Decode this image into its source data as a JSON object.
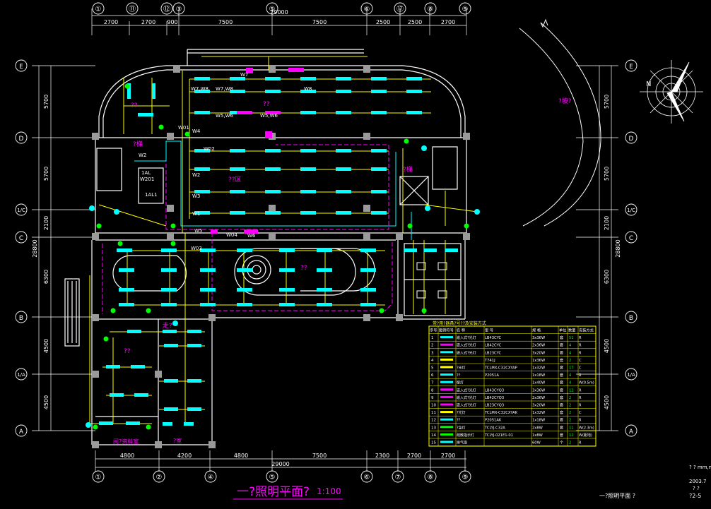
{
  "drawing": {
    "title": "一?照明平面?",
    "scale": "1:100",
    "sheet_no": "?2-5",
    "date": "2003.7",
    "unit_label": "? ?\nmm,m",
    "note": "? ?",
    "caption_small": "一?照明平面 ?"
  },
  "grid_top": [
    "①",
    "⑪",
    "⑫",
    "③",
    "⑤",
    "⑥",
    "⑰",
    "⑧",
    "⑨"
  ],
  "grid_bottom": [
    "①",
    "②",
    "④",
    "⑤",
    "⑥",
    "⑦",
    "⑧",
    "⑨"
  ],
  "grid_rows": [
    "E",
    "D",
    "1/C",
    "C",
    "B",
    "1/A",
    "A"
  ],
  "dims_top": [
    "2700",
    "2700",
    "900",
    "7500",
    "7500",
    "2500",
    "2500",
    "2700"
  ],
  "dims_top_total": "29000",
  "dims_bottom": [
    "4800",
    "4200",
    "4800",
    "7500",
    "2300",
    "2700",
    "2700"
  ],
  "dims_bottom_total": "29000",
  "dims_left": [
    "5700",
    "5700",
    "2100",
    "6300",
    "4500",
    "4500"
  ],
  "dims_left_total": "28800",
  "room_labels": {
    "main": "??",
    "reading": "??区",
    "pool": "??",
    "office": "??",
    "stair_w": "?梯",
    "stair_e": "?梯",
    "corridor": "走?",
    "curve": "?坡?",
    "store": "阅?资料室",
    "wc": "?室",
    "rest": "??"
  },
  "circuits": [
    "W7",
    "W7,W8",
    "W7,W8",
    "W8",
    "W5,W6",
    "W5,W6",
    "W4",
    "W2",
    "W3",
    "W1",
    "W01",
    "W02",
    "W03",
    "W04",
    "W5",
    "W6",
    "W201",
    "W2",
    "1AL",
    "1AL1"
  ],
  "compass_label": "N",
  "legend": {
    "title": "常?用?器具?号??及安装方式",
    "headers": [
      "序号",
      "图例符号",
      "名 称",
      "型 号",
      "规 格",
      "单位",
      "数量",
      "安装方式"
    ],
    "rows": [
      [
        "1",
        "嵌入式?光灯",
        "LB43CYC",
        "3x36W",
        "套",
        "51",
        "R"
      ],
      [
        "2",
        "嵌入式?光灯",
        "LB42CYC",
        "2x36W",
        "套",
        "4",
        "R"
      ],
      [
        "3",
        "嵌入式?光灯",
        "LB23CYC",
        "3x20W",
        "套",
        "4",
        "R"
      ],
      [
        "4",
        "",
        "T741J",
        "1x36W",
        "套",
        "2",
        "C"
      ],
      [
        "5",
        "?光灯",
        "TCLMX-C32CXYAP",
        "1x32W",
        "套",
        "17",
        "C"
      ],
      [
        "6",
        "??",
        "P2051A",
        "1x18W",
        "套",
        "4",
        "R"
      ],
      [
        "7",
        "壁灯",
        "",
        "1x40W",
        "套",
        "4",
        "W(0.5m)"
      ],
      [
        "8",
        "嵌入式?光灯",
        "LB43CYQ3",
        "3x36W",
        "套",
        "12",
        "R"
      ],
      [
        "9",
        "嵌入式?光灯",
        "LB42CYQ3",
        "2x36W",
        "套",
        "2",
        "R"
      ],
      [
        "10",
        "嵌入式?光灯",
        "LB23CYQ3",
        "3x20W",
        "套",
        "2",
        "R"
      ],
      [
        "11",
        "?光灯",
        "TCLMX-C32CXYAK",
        "1x32W",
        "套",
        "2",
        "C"
      ],
      [
        "12",
        "??",
        "P2051AK",
        "1x18W",
        "套",
        "2",
        "R"
      ],
      [
        "13",
        "?急灯",
        "TCLYJ-C32A",
        "2x8W",
        "套",
        "11",
        "W(2.3m)"
      ],
      [
        "14",
        "疏散指示灯",
        "TCLYJ-021E1-01",
        "1x8W",
        "套",
        "12",
        "W(距地)"
      ],
      [
        "15",
        "排气扇",
        "",
        "60W",
        "个",
        "2",
        "R"
      ]
    ]
  },
  "colors": {
    "background": "#000000",
    "wall": "#ffffff",
    "lighting": "#ffff00",
    "fixture": "#00ffff",
    "emergency": "#ff00ff",
    "switch": "#00ff00",
    "dashed_circuit": "#ff00ff",
    "dimension": "#ffffff",
    "legend_border": "#ffff00",
    "title": "#ff00ff"
  }
}
